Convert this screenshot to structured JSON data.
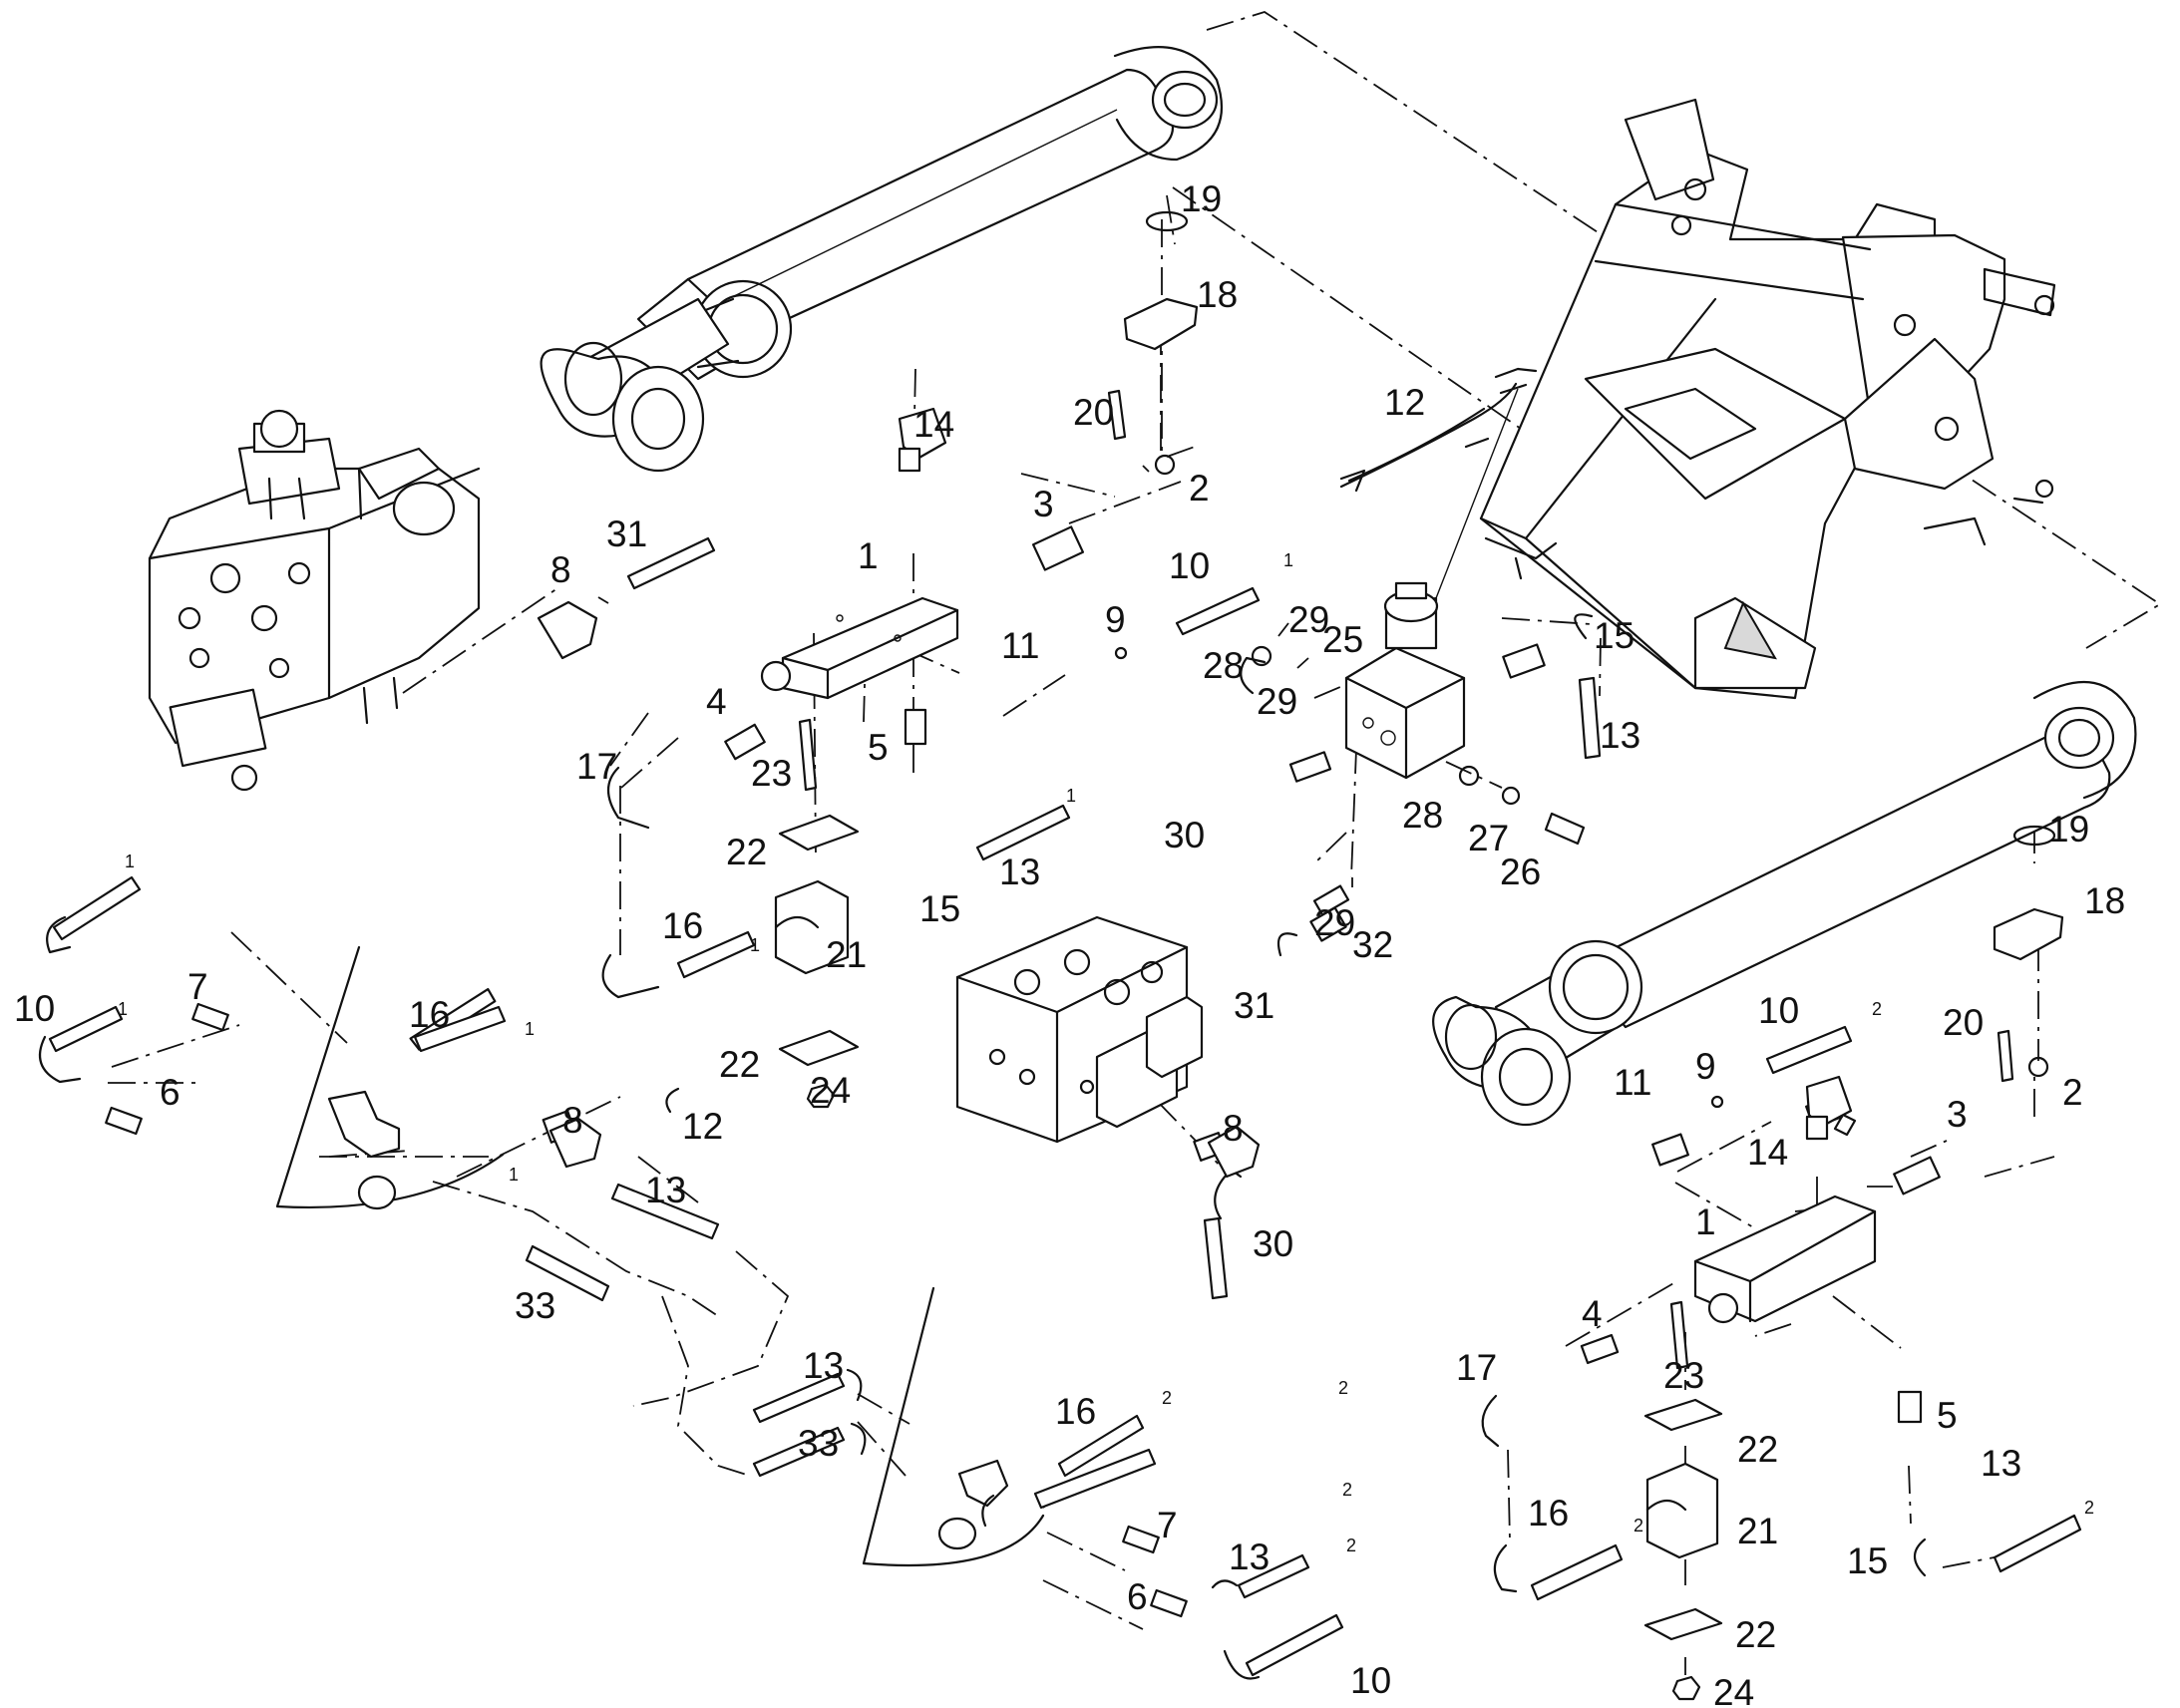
{
  "colors": {
    "line": "#111111",
    "background": "#ffffff",
    "shade": "#d9d9d9"
  },
  "callouts": [
    {
      "label": "1"
    },
    {
      "label": "2"
    },
    {
      "label": "3"
    },
    {
      "label": "4"
    },
    {
      "label": "5"
    },
    {
      "label": "8"
    },
    {
      "label": "9"
    },
    {
      "label": "10"
    },
    {
      "label": "11"
    },
    {
      "label": "14"
    },
    {
      "label": "17"
    },
    {
      "label": "18"
    },
    {
      "label": "19"
    },
    {
      "label": "20"
    },
    {
      "label": "21"
    },
    {
      "label": "22"
    },
    {
      "label": "22"
    },
    {
      "label": "23"
    },
    {
      "label": "24"
    },
    {
      "label": "31"
    },
    {
      "label": "13"
    },
    {
      "label": "15"
    },
    {
      "label": "16"
    },
    {
      "label": "25"
    },
    {
      "label": "26"
    },
    {
      "label": "27"
    },
    {
      "label": "28"
    },
    {
      "label": "28"
    },
    {
      "label": "29"
    },
    {
      "label": "29"
    },
    {
      "label": "29"
    },
    {
      "label": "30"
    },
    {
      "label": "31"
    },
    {
      "label": "32"
    },
    {
      "label": "12"
    },
    {
      "label": "15"
    },
    {
      "label": "13"
    },
    {
      "label": "10"
    },
    {
      "label": "7"
    },
    {
      "label": "6"
    },
    {
      "label": "16"
    },
    {
      "label": "8"
    },
    {
      "label": "12"
    },
    {
      "label": "13"
    },
    {
      "label": "33"
    },
    {
      "label": "30"
    },
    {
      "label": "8"
    },
    {
      "label": "13"
    },
    {
      "label": "33"
    },
    {
      "label": "16"
    },
    {
      "label": "7"
    },
    {
      "label": "13"
    },
    {
      "label": "6"
    },
    {
      "label": "10"
    },
    {
      "label": "19"
    },
    {
      "label": "18"
    },
    {
      "label": "20"
    },
    {
      "label": "2"
    },
    {
      "label": "10"
    },
    {
      "label": "9"
    },
    {
      "label": "11"
    },
    {
      "label": "14"
    },
    {
      "label": "3"
    },
    {
      "label": "1"
    },
    {
      "label": "4"
    },
    {
      "label": "17"
    },
    {
      "label": "23"
    },
    {
      "label": "5"
    },
    {
      "label": "22"
    },
    {
      "label": "13"
    },
    {
      "label": "16"
    },
    {
      "label": "21"
    },
    {
      "label": "15"
    },
    {
      "label": "22"
    },
    {
      "label": "24"
    }
  ],
  "superscripts": [
    {
      "label": "1"
    },
    {
      "label": "1"
    },
    {
      "label": "1"
    },
    {
      "label": "1"
    },
    {
      "label": "1"
    },
    {
      "label": "1"
    },
    {
      "label": "1"
    },
    {
      "label": "2"
    },
    {
      "label": "2"
    },
    {
      "label": "2"
    },
    {
      "label": "2"
    },
    {
      "label": "2"
    },
    {
      "label": "2"
    },
    {
      "label": "2"
    }
  ]
}
